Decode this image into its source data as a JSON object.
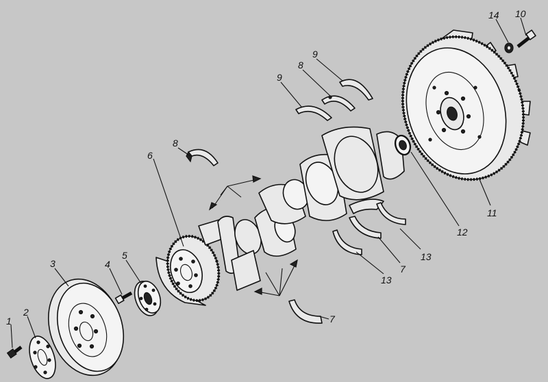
{
  "labels": {
    "l1": "1",
    "l2": "2",
    "l3": "3",
    "l4": "4",
    "l5": "5",
    "l6": "6",
    "l7a": "7",
    "l7b": "7",
    "l8a": "8",
    "l8b": "8",
    "l9a": "9",
    "l9b": "9",
    "l10": "10",
    "l11": "11",
    "l12": "12",
    "l13a": "13",
    "l13b": "13",
    "l14": "14"
  },
  "colors": {
    "background": "#c7c7c7",
    "line": "#111111",
    "part_fill": "#e9e9e9"
  }
}
